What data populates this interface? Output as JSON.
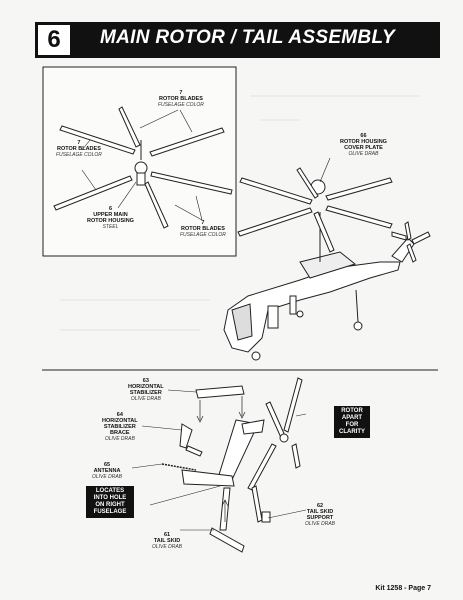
{
  "header": {
    "step_number": "6",
    "title": "MAIN ROTOR / TAIL ASSEMBLY"
  },
  "inset_labels": {
    "rotor_blades_top": {
      "number": "7",
      "name": "ROTOR BLADES",
      "color": "FUSELAGE COLOR"
    },
    "rotor_blades_left": {
      "number": "7",
      "name": "ROTOR BLADES",
      "color": "FUSELAGE COLOR"
    },
    "upper_housing": {
      "number": "6",
      "name_line1": "UPPER MAIN",
      "name_line2": "ROTOR HOUSING",
      "color": "STEEL"
    },
    "rotor_blades_bottom": {
      "number": "7",
      "name": "ROTOR BLADES",
      "color": "FUSELAGE COLOR"
    }
  },
  "cover_plate": {
    "number": "66",
    "name_line1": "ROTOR HOUSING",
    "name_line2": "COVER PLATE",
    "color": "OLIVE DRAB"
  },
  "tail_labels": {
    "stabilizer": {
      "number": "63",
      "name_line1": "HORIZONTAL",
      "name_line2": "STABILIZER",
      "color": "OLIVE DRAB"
    },
    "brace": {
      "number": "64",
      "name_line1": "HORIZONTAL",
      "name_line2": "STABILIZER",
      "name_line3": "BRACE",
      "color": "OLIVE DRAB"
    },
    "antenna": {
      "number": "65",
      "name": "ANTENNA",
      "color": "OLIVE DRAB"
    },
    "skid_support": {
      "number": "62",
      "name_line1": "TAIL SKID",
      "name_line2": "SUPPORT",
      "color": "OLIVE DRAB"
    },
    "tail_skid": {
      "number": "61",
      "name": "TAIL SKID",
      "color": "OLIVE DRAB"
    }
  },
  "callouts": {
    "rotor_apart": "ROTOR APART FOR CLARITY",
    "locates_into_hole": "LOCATES INTO HOLE ON RIGHT FUSELAGE"
  },
  "footer": {
    "kit_page": "Kit 1258 - Page 7"
  }
}
